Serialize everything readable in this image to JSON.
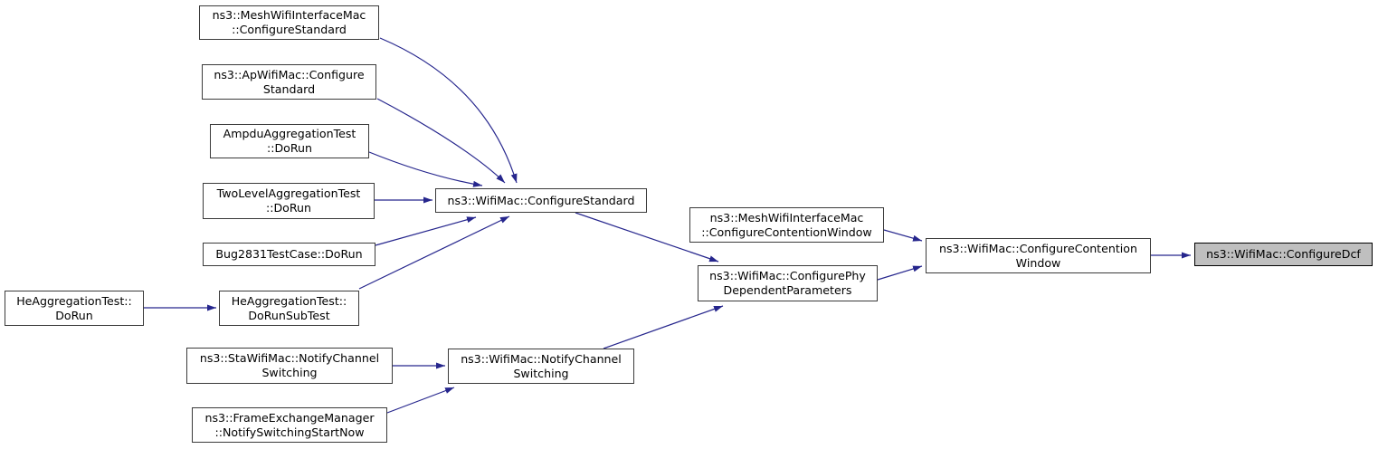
{
  "diagram": {
    "type": "call-graph",
    "background_color": "#ffffff",
    "node_fill_color": "#ffffff",
    "node_border_color": "#3a3a3a",
    "highlight_fill_color": "#bfbfbf",
    "edge_color": "#26268d",
    "nodes": [
      {
        "id": "ns3-meshwifiinterfacemac-configurestandard",
        "lines": [
          "ns3::MeshWifiInterfaceMac",
          "::ConfigureStandard"
        ],
        "highlight": false
      },
      {
        "id": "ns3-apwifimac-configurestandard",
        "lines": [
          "ns3::ApWifiMac::Configure",
          "Standard"
        ],
        "highlight": false
      },
      {
        "id": "ampduaggregationtest-dorun",
        "lines": [
          "AmpduAggregationTest",
          "::DoRun"
        ],
        "highlight": false
      },
      {
        "id": "twolevelaggregationtest-dorun",
        "lines": [
          "TwoLevelAggregationTest",
          "::DoRun"
        ],
        "highlight": false
      },
      {
        "id": "bug2831testcase-dorun",
        "lines": [
          "Bug2831TestCase::DoRun"
        ],
        "highlight": false
      },
      {
        "id": "heaggregationtest-dorun",
        "lines": [
          "HeAggregationTest::",
          "DoRun"
        ],
        "highlight": false
      },
      {
        "id": "heaggregationtest-dorunsubtest",
        "lines": [
          "HeAggregationTest::",
          "DoRunSubTest"
        ],
        "highlight": false
      },
      {
        "id": "ns3-stawifimac-notifychannelswitching",
        "lines": [
          "ns3::StaWifiMac::NotifyChannel",
          "Switching"
        ],
        "highlight": false
      },
      {
        "id": "ns3-frameexchangemanager-notifyswitchingstartnow",
        "lines": [
          "ns3::FrameExchangeManager",
          "::NotifySwitchingStartNow"
        ],
        "highlight": false
      },
      {
        "id": "ns3-wifimac-configurestandard",
        "lines": [
          "ns3::WifiMac::ConfigureStandard"
        ],
        "highlight": false
      },
      {
        "id": "ns3-wifimac-notifychannelswitching",
        "lines": [
          "ns3::WifiMac::NotifyChannel",
          "Switching"
        ],
        "highlight": false
      },
      {
        "id": "ns3-meshwifiinterfacemac-configurecontentionwindow",
        "lines": [
          "ns3::MeshWifiInterfaceMac",
          "::ConfigureContentionWindow"
        ],
        "highlight": false
      },
      {
        "id": "ns3-wifimac-configurephydependentparameters",
        "lines": [
          "ns3::WifiMac::ConfigurePhy",
          "DependentParameters"
        ],
        "highlight": false
      },
      {
        "id": "ns3-wifimac-configurecontentionwindow",
        "lines": [
          "ns3::WifiMac::ConfigureContention",
          "Window"
        ],
        "highlight": false
      },
      {
        "id": "ns3-wifimac-configuredcf",
        "lines": [
          "ns3::WifiMac::ConfigureDcf"
        ],
        "highlight": true
      }
    ],
    "edges": [
      {
        "from": "ns3-meshwifiinterfacemac-configurestandard",
        "to": "ns3-wifimac-configurestandard"
      },
      {
        "from": "ns3-apwifimac-configurestandard",
        "to": "ns3-wifimac-configurestandard"
      },
      {
        "from": "ampduaggregationtest-dorun",
        "to": "ns3-wifimac-configurestandard"
      },
      {
        "from": "twolevelaggregationtest-dorun",
        "to": "ns3-wifimac-configurestandard"
      },
      {
        "from": "bug2831testcase-dorun",
        "to": "ns3-wifimac-configurestandard"
      },
      {
        "from": "heaggregationtest-dorun",
        "to": "heaggregationtest-dorunsubtest"
      },
      {
        "from": "heaggregationtest-dorunsubtest",
        "to": "ns3-wifimac-configurestandard"
      },
      {
        "from": "ns3-stawifimac-notifychannelswitching",
        "to": "ns3-wifimac-notifychannelswitching"
      },
      {
        "from": "ns3-frameexchangemanager-notifyswitchingstartnow",
        "to": "ns3-wifimac-notifychannelswitching"
      },
      {
        "from": "ns3-wifimac-configurestandard",
        "to": "ns3-wifimac-configurephydependentparameters"
      },
      {
        "from": "ns3-wifimac-notifychannelswitching",
        "to": "ns3-wifimac-configurephydependentparameters"
      },
      {
        "from": "ns3-meshwifiinterfacemac-configurecontentionwindow",
        "to": "ns3-wifimac-configurecontentionwindow"
      },
      {
        "from": "ns3-wifimac-configurephydependentparameters",
        "to": "ns3-wifimac-configurecontentionwindow"
      },
      {
        "from": "ns3-wifimac-configurecontentionwindow",
        "to": "ns3-wifimac-configuredcf"
      }
    ]
  }
}
